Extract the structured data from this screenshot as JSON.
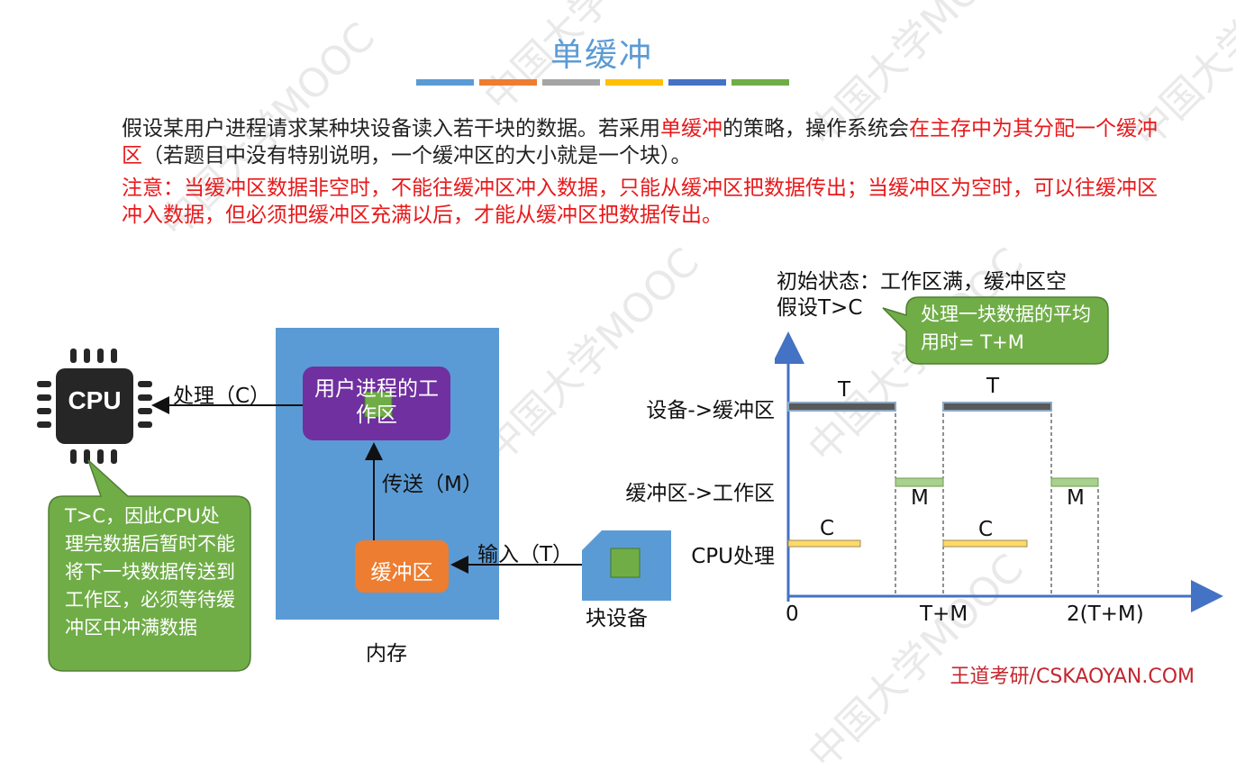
{
  "slide": {
    "title": "单缓冲",
    "bar_colors": [
      "#5b9bd5",
      "#ed7d31",
      "#a5a5a5",
      "#ffc000",
      "#4472c4",
      "#70ad47"
    ],
    "para1": [
      {
        "text": "假设某用户进程请求某种块设备读入若干块的数据。若采用",
        "color": "#222"
      },
      {
        "text": "单缓冲",
        "color": "#e8191b"
      },
      {
        "text": "的策略，操作系统会",
        "color": "#222"
      },
      {
        "text": "在主存中为其分配一个缓冲区",
        "color": "#e8191b"
      },
      {
        "text": "（若题目中没有特别说明，一个缓冲区的大小就是一个块）。",
        "color": "#222"
      }
    ],
    "para2": "注意：当缓冲区数据非空时，不能往缓冲区冲入数据，只能从缓冲区把数据传出；当缓冲区为空时，可以往缓冲区冲入数据，但必须把缓冲区充满以后，才能从缓冲区把数据传出。",
    "footer": "王道考研/CSKAOYAN.COM",
    "watermark": "中国大学MOOC"
  },
  "left_diagram": {
    "cpu_label": "CPU",
    "process_label": "处理（C）",
    "work_area_label": "用户进程的工作区",
    "transfer_label": "传送（M）",
    "buffer_label": "缓冲区",
    "input_label": "输入（T）",
    "block_device_label": "块设备",
    "memory_label": "内存",
    "callout": "T>C，因此CPU处理完数据后暂时不能将下一块数据传送到工作区，必须等待缓冲区中冲满数据"
  },
  "timing": {
    "initial_state": "初始状态：工作区满，缓冲区空",
    "assumption": "假设T>C",
    "callout": "处理一块数据的平均用时= T+M",
    "rows": [
      "设备->缓冲区",
      "缓冲区->工作区",
      "CPU处理"
    ],
    "x_labels": [
      "0",
      "T+M",
      "2(T+M)"
    ],
    "seg_t": "T",
    "seg_m": "M",
    "seg_c": "C"
  }
}
